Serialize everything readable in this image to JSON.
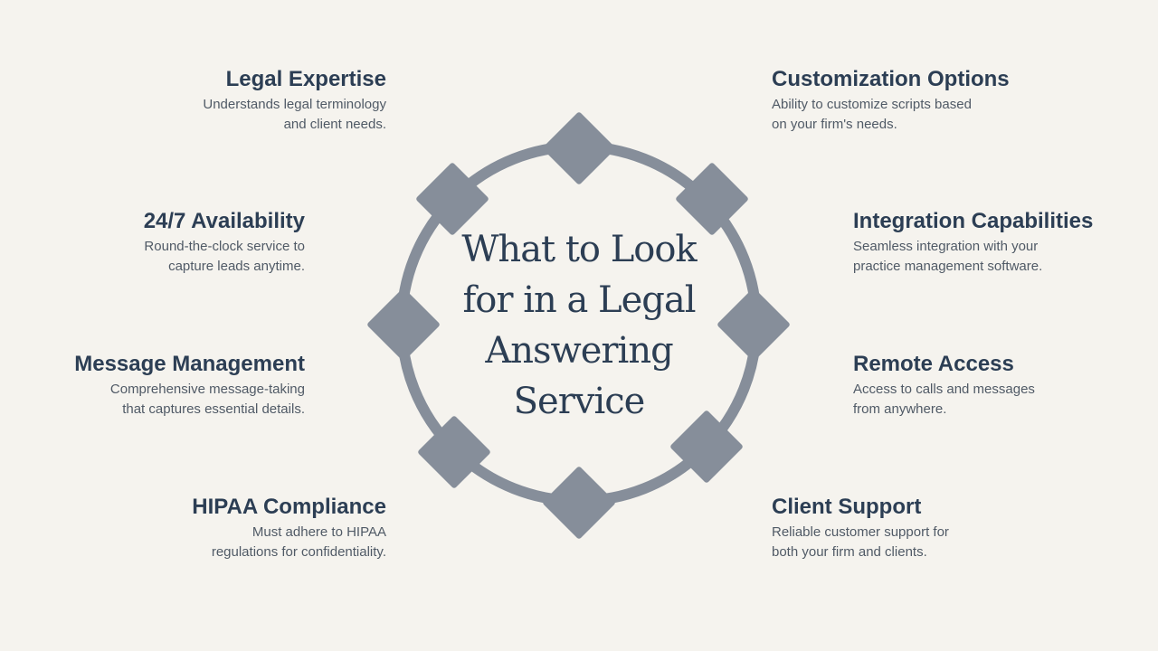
{
  "title": [
    "What to Look",
    "for in a Legal",
    "Answering",
    "Service"
  ],
  "colors": {
    "background": "#f5f3ee",
    "ring": "#868e9a",
    "heading": "#2c3e54",
    "body_text": "#505a66"
  },
  "items": {
    "legal_expertise": {
      "title": "Legal Expertise",
      "desc": [
        "Understands legal terminology",
        "and client needs."
      ]
    },
    "availability": {
      "title": "24/7 Availability",
      "desc": [
        "Round-the-clock service to",
        "capture leads anytime."
      ]
    },
    "message_management": {
      "title": "Message Management",
      "desc": [
        "Comprehensive message-taking",
        "that captures essential details."
      ]
    },
    "hipaa_compliance": {
      "title": "HIPAA Compliance",
      "desc": [
        "Must adhere to HIPAA",
        "regulations for confidentiality."
      ]
    },
    "customization_options": {
      "title": "Customization Options",
      "desc": [
        "Ability to customize scripts based",
        "on your firm's needs."
      ]
    },
    "integration_capabilities": {
      "title": "Integration Capabilities",
      "desc": [
        "Seamless integration with your",
        "practice management software."
      ]
    },
    "remote_access": {
      "title": "Remote Access",
      "desc": [
        "Access to calls and messages",
        "from anywhere."
      ]
    },
    "client_support": {
      "title": "Client Support",
      "desc": [
        "Reliable customer support for",
        "both your firm and clients."
      ]
    }
  }
}
